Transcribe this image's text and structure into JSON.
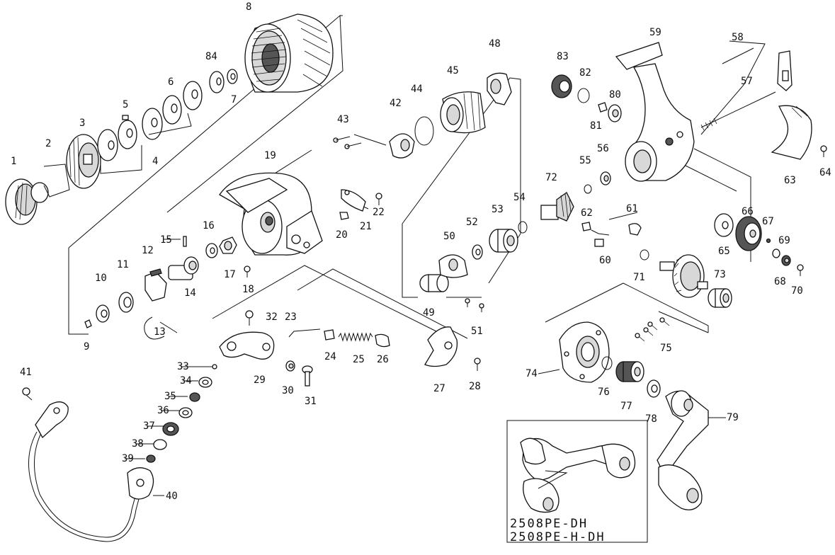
{
  "diagram": {
    "part_numbers": [
      "1",
      "2",
      "3",
      "4",
      "5",
      "6",
      "7",
      "8",
      "84",
      "9",
      "10",
      "11",
      "12",
      "13",
      "14",
      "15",
      "16",
      "17",
      "18",
      "19",
      "20",
      "21",
      "22",
      "23",
      "24",
      "25",
      "26",
      "27",
      "28",
      "29",
      "30",
      "31",
      "32",
      "33",
      "34",
      "35",
      "36",
      "37",
      "38",
      "39",
      "40",
      "41",
      "42",
      "43",
      "44",
      "45",
      "48",
      "49",
      "50",
      "51",
      "52",
      "53",
      "54",
      "72",
      "55",
      "56",
      "57",
      "58",
      "59",
      "60",
      "61",
      "62",
      "63",
      "64",
      "65",
      "66",
      "67",
      "68",
      "69",
      "70",
      "71",
      "73",
      "74",
      "75",
      "76",
      "77",
      "78",
      "79",
      "80",
      "81",
      "82",
      "83"
    ],
    "inset_caption_line1": "2508PE-DH",
    "inset_caption_line2": "2508PE-H-DH"
  }
}
